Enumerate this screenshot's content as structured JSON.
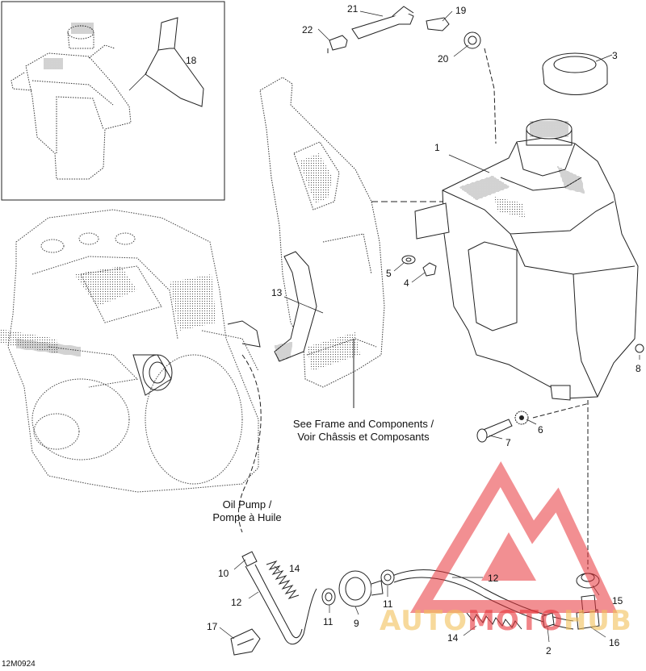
{
  "callouts": [
    "1",
    "2",
    "3",
    "4",
    "5",
    "6",
    "7",
    "8",
    "9",
    "10",
    "11",
    "11",
    "12",
    "12",
    "13",
    "14",
    "14",
    "15",
    "16",
    "17",
    "18",
    "19",
    "20",
    "21",
    "22"
  ],
  "captions": {
    "frame_line1": "See Frame and Components /",
    "frame_line2": "Voir Châssis et Composants",
    "oil_line1": "Oil Pump /",
    "oil_line2": "Pompe à Huile"
  },
  "figure_code": "12M0924",
  "watermark": {
    "part1": "AUTO",
    "part2": "MOTO",
    "part3": "HUB",
    "color_main": "#e8343a",
    "color_sub": "#f2c15a"
  }
}
